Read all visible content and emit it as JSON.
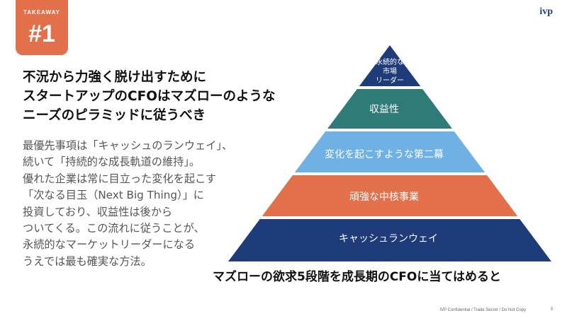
{
  "badge": {
    "label": "TAKEAWAY",
    "number": "#1"
  },
  "logo": "ivp",
  "headline": [
    "不況から力強く脱け出すために",
    "スタートアップのCFOはマズローのような",
    "ニーズのピラミッドに従うべき"
  ],
  "body_lines": [
    "最優先事項は「キャッシュのランウェイ」、",
    "続いて「持続的な成長軌道の維持」。",
    "優れた企業は常に目立った変化を起こす",
    "「次なる目玉（Next Big Thing）」に",
    "投資しており、収益性は後から",
    "ついてくる。この流れに従うことが、",
    "永続的なマーケットリーダーになる",
    "うえでは最も確実な方法。"
  ],
  "pyramid": {
    "levels": [
      {
        "label_lines": [
          "永続的な",
          "市場",
          "リーダー"
        ],
        "color": "#1f3c7a"
      },
      {
        "label_lines": [
          "収益性"
        ],
        "color": "#2e7b78"
      },
      {
        "label_lines": [
          "変化を起こすような第二幕"
        ],
        "color": "#6fb1e4"
      },
      {
        "label_lines": [
          "頑強な中核事業"
        ],
        "color": "#e2704a"
      },
      {
        "label_lines": [
          "キャッシュランウェイ"
        ],
        "color": "#1f3c7a"
      }
    ]
  },
  "caption": "マズローの欲求5段階を成長期のCFOに当てはめると",
  "footer": "IVP Confidential  /  Trade Secret  /  Do Not Copy",
  "page_number": "3"
}
